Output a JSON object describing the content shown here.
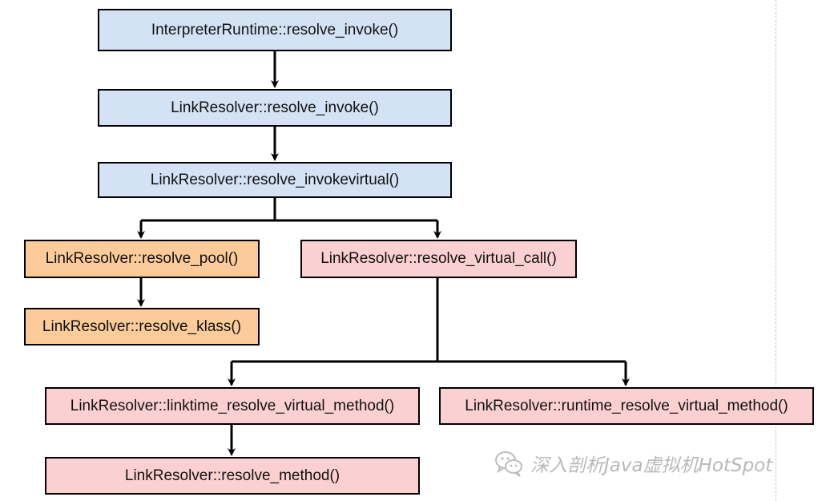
{
  "nodes": {
    "interp_resolve_invoke": "InterpreterRuntime::resolve_invoke()",
    "link_resolve_invoke": "LinkResolver::resolve_invoke()",
    "link_resolve_invokevirtual": "LinkResolver::resolve_invokevirtual()",
    "link_resolve_pool": "LinkResolver::resolve_pool()",
    "link_resolve_klass": "LinkResolver::resolve_klass()",
    "link_resolve_virtual_call": "LinkResolver::resolve_virtual_call()",
    "link_linktime_resolve_virtual_method": "LinkResolver::linktime_resolve_virtual_method()",
    "link_runtime_resolve_virtual_method": "LinkResolver::runtime_resolve_virtual_method()",
    "link_resolve_method": "LinkResolver::resolve_method()"
  },
  "watermark": {
    "text": "深入剖析Java虚拟机HotSpot",
    "icon": "wechat-icon"
  },
  "colors": {
    "blue_fill": "#d3e2f4",
    "orange_fill": "#fbcb9a",
    "pink_fill": "#fbd0d0",
    "stroke": "#000000"
  }
}
